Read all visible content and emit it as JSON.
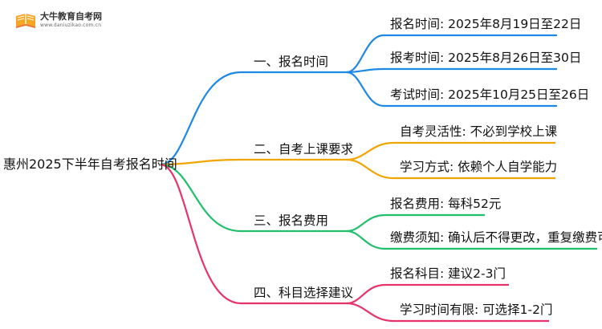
{
  "logo": {
    "name": "大牛教育自考网",
    "url": "www.daniuzikao.com.cn",
    "colors": {
      "primary": "#f5a623",
      "secondary": "#e8742a"
    }
  },
  "mindmap": {
    "root": "惠州2025下半年自考报名时间",
    "branches": [
      {
        "label": "一、报名时间",
        "color": "#1e88e5",
        "leaves": [
          "报名时间: 2025年8月19日至22日",
          "报考时间: 2025年8月26日至30日",
          "考试时间: 2025年10月25日至26日"
        ]
      },
      {
        "label": "二、自考上课要求",
        "color": "#f0a500",
        "leaves": [
          "自考灵活性: 不必到学校上课",
          "学习方式: 依赖个人自学能力"
        ]
      },
      {
        "label": "三、报名费用",
        "color": "#1fbf6b",
        "leaves": [
          "报名费用: 每科52元",
          "缴费须知: 确认后不得更改，重复缴费可退"
        ]
      },
      {
        "label": "四、科目选择建议",
        "color": "#e8336a",
        "leaves": [
          "报名科目: 建议2-3门",
          "学习时间有限: 可选择1-2门"
        ]
      }
    ]
  }
}
